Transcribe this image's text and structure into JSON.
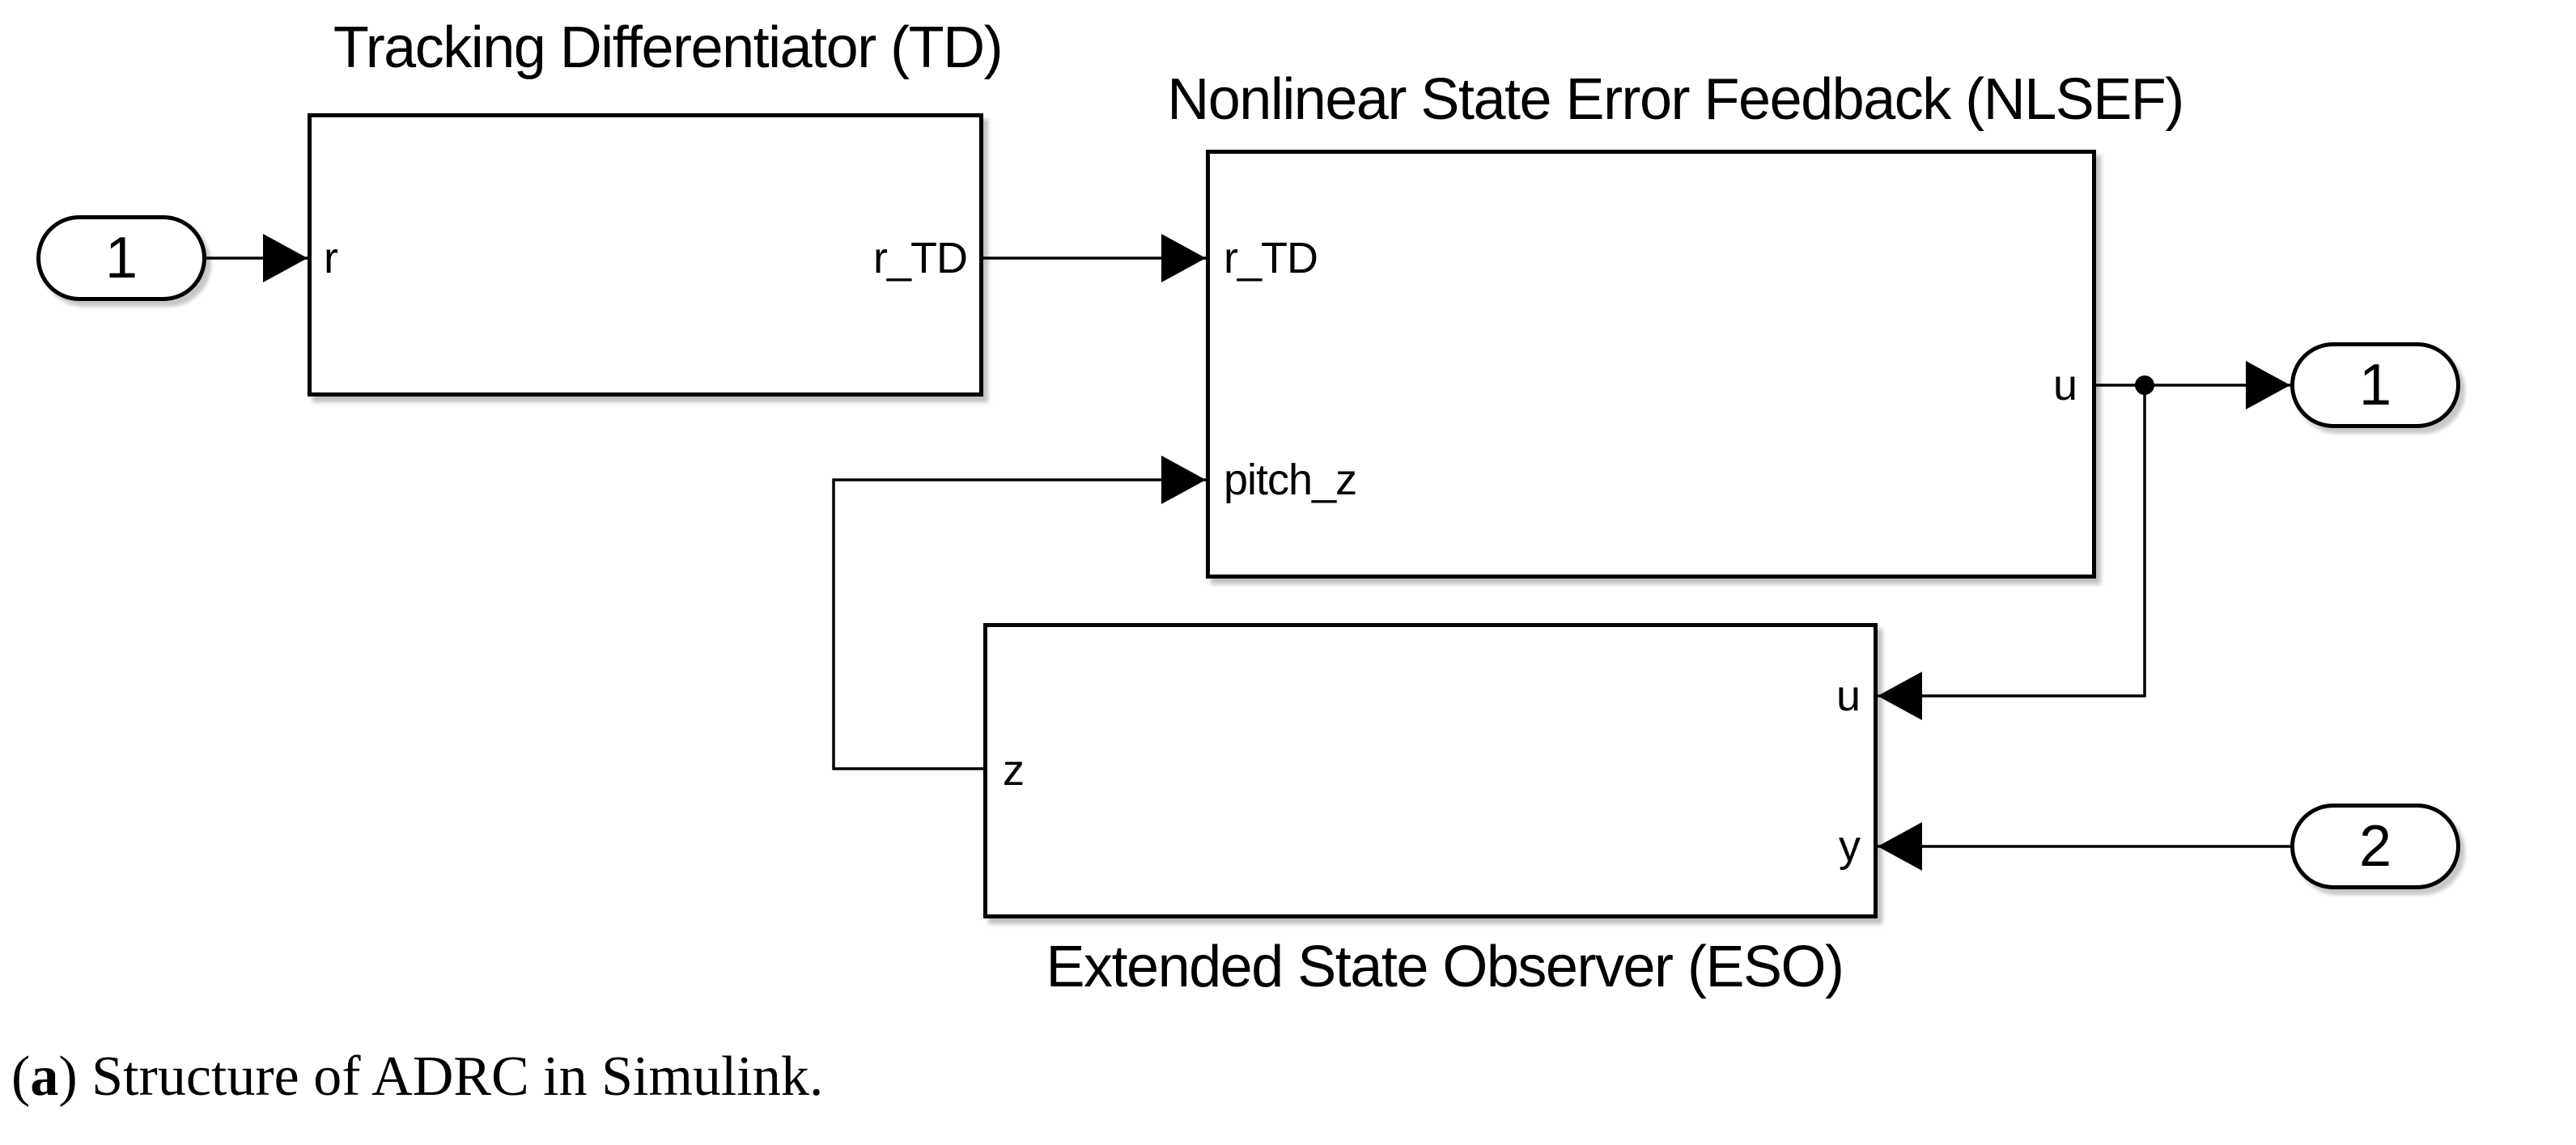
{
  "figure": {
    "background_color": "#ffffff",
    "line_color": "#000000",
    "block_fill_color": "#ffffff",
    "text_color": "#000000"
  },
  "blocks": {
    "td": {
      "title": "Tracking Differentiator (TD)",
      "port_in_r": "r",
      "port_out_r_td": "r_TD"
    },
    "nlsef": {
      "title": "Nonlinear State Error Feedback (NLSEF)",
      "port_in_r_td": "r_TD",
      "port_in_pitch_z": "pitch_z",
      "port_out_u": "u"
    },
    "eso": {
      "title": "Extended State Observer (ESO)",
      "port_out_z": "z",
      "port_in_u": "u",
      "port_in_y": "y"
    }
  },
  "io_ports": {
    "inport_1_label": "1",
    "outport_1_label": "1",
    "inport_2_label": "2"
  },
  "caption": {
    "open_paren": "(",
    "label_letter": "a",
    "rest": ") Structure of ADRC in Simulink."
  }
}
